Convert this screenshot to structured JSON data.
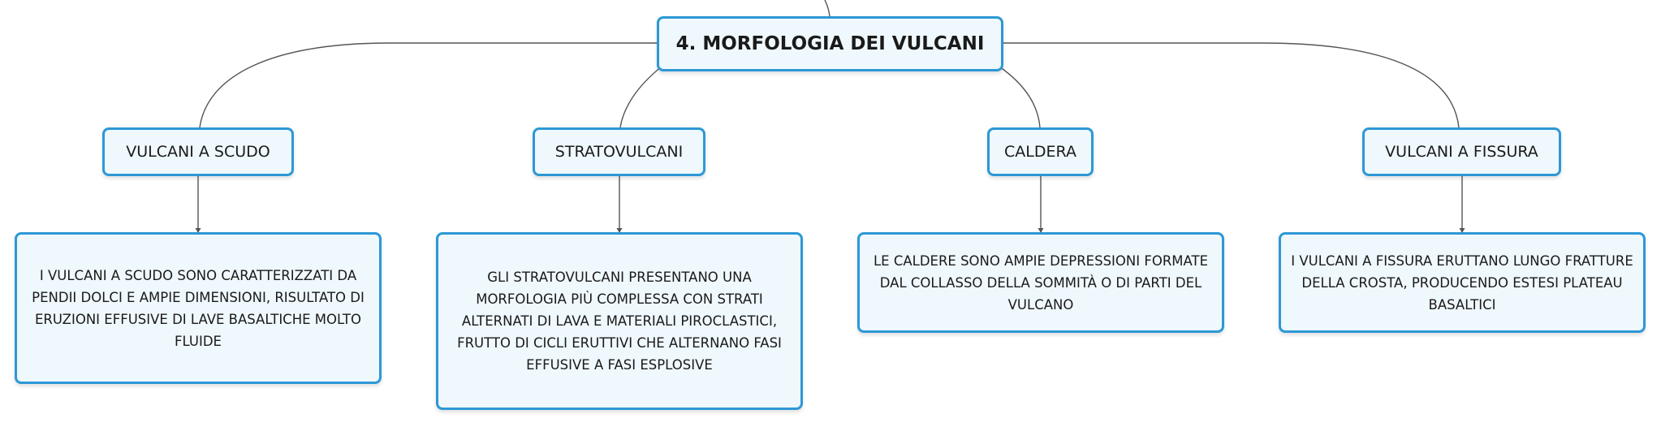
{
  "root": {
    "title": "4. MORFOLOGIA DEI VULCANI"
  },
  "branches": [
    {
      "title": "VULCANI A SCUDO",
      "description": "I VULCANI A SCUDO SONO CARATTERIZZATI DA PENDII DOLCI E AMPIE DIMENSIONI, RISULTATO DI ERUZIONI EFFUSIVE DI LAVE BASALTICHE MOLTO FLUIDE"
    },
    {
      "title": "STRATOVULCANI",
      "description": "GLI STRATOVULCANI PRESENTANO UNA MORFOLOGIA PIÙ COMPLESSA CON STRATI ALTERNATI DI LAVA E MATERIALI PIROCLASTICI, FRUTTO DI CICLI ERUTTIVI CHE ALTERNANO FASI EFFUSIVE A FASI ESPLOSIVE"
    },
    {
      "title": "CALDERA",
      "description": "LE CALDERE SONO AMPIE DEPRESSIONI FORMATE DAL COLLASSO DELLA SOMMITÀ O DI PARTI DEL VULCANO"
    },
    {
      "title": "VULCANI A FISSURA",
      "description": "I VULCANI A FISSURA ERUTTANO LUNGO FRATTURE DELLA CROSTA, PRODUCENDO ESTESI PLATEAU BASALTICI"
    }
  ],
  "colors": {
    "node_border": "#2d98d6",
    "node_fill": "#eff8fd",
    "connector": "#555555"
  }
}
